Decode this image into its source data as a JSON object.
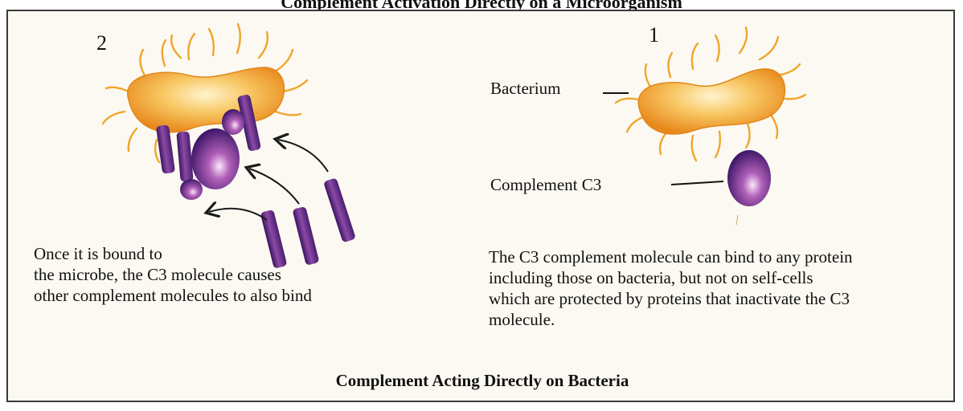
{
  "header": {
    "title": "Complement Activation Directly on a Microorganism"
  },
  "panel_left": {
    "number": "2",
    "caption_lines": [
      "Once it is bound to",
      "the microbe, the C3 molecule causes",
      "other complement molecules to also bind"
    ]
  },
  "panel_right": {
    "number": "1",
    "label_bacterium": "Bacterium",
    "label_complement": "Complement C3",
    "caption_lines": [
      "The C3 complement molecule can bind to any protein",
      "including those on bacteria, but not on self-cells",
      "which are protected by proteins that inactivate the C3",
      "molecule."
    ]
  },
  "footer": {
    "caption": "Complement Acting Directly on Bacteria"
  },
  "colors": {
    "bacterium": "#f2a62a",
    "bacterium_highlight": "#fff2c8",
    "complement": "#5b2a7e",
    "complement_highlight": "#f3d6f2"
  },
  "icons": [
    "bacterium-illustration",
    "complement-c3-molecule",
    "arrow-icon"
  ]
}
